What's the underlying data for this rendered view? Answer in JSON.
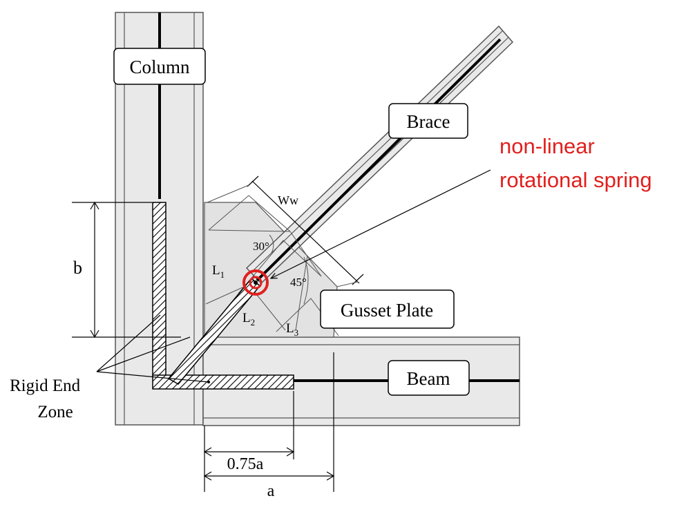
{
  "labels": {
    "column": "Column",
    "brace": "Brace",
    "beam": "Beam",
    "gusset_plate": "Gusset Plate",
    "rigid_end_zone_line1": "Rigid End",
    "rigid_end_zone_line2": "Zone",
    "spring_line1": "non-linear",
    "spring_line2": "rotational spring",
    "ww": "Ww",
    "angle_30": "30°",
    "angle_45": "45°",
    "l1": "L",
    "l1_sub": "1",
    "l2": "L",
    "l2_sub": "2",
    "l3": "L",
    "l3_sub": "3",
    "dim_b": "b",
    "dim_075a": "0.75a",
    "dim_a": "a"
  },
  "colors": {
    "spring_text": "#e0201e",
    "spring_symbol": "#e0201e",
    "steel_fill": "#e9e9e9",
    "outline": "#000000"
  }
}
